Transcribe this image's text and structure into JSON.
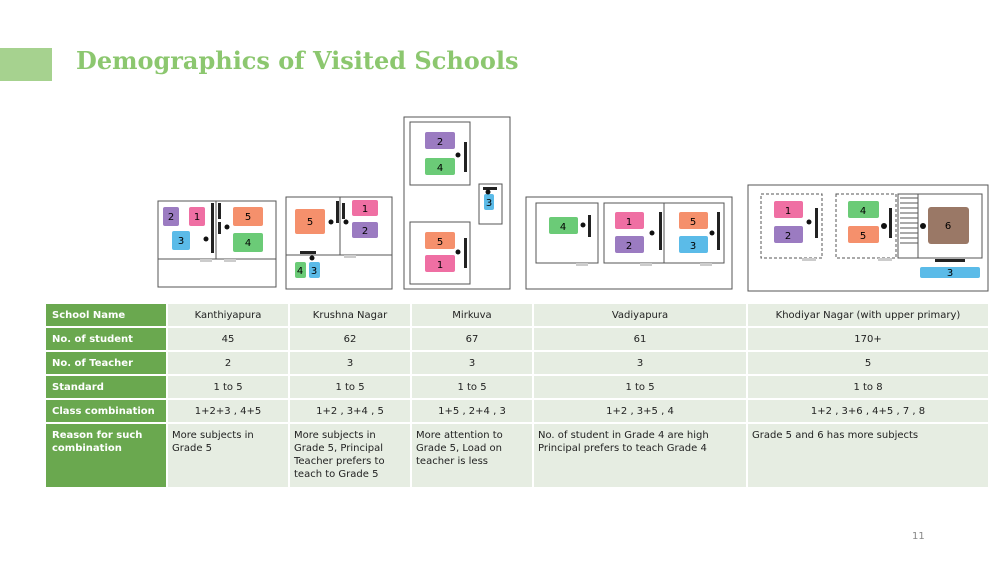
{
  "title": "Demographics of  Visited Schools",
  "page_number": "11",
  "plan_labels": {
    "kanthiyapura": [
      "2",
      "1",
      "5",
      "3",
      "4"
    ],
    "krushna": [
      "1",
      "5",
      "2",
      "4",
      "3"
    ],
    "mirkuva": [
      "2",
      "4",
      "3",
      "5",
      "1"
    ],
    "vadiyapura": [
      "4",
      "1",
      "5",
      "2",
      "3"
    ],
    "khodiyar": [
      "1",
      "2",
      "4",
      "5",
      "6",
      "3"
    ]
  },
  "table": {
    "header_label": "School Name",
    "schools": [
      "Kanthiyapura",
      "Krushna Nagar",
      "Mirkuva",
      "Vadiyapura",
      "Khodiyar Nagar (with upper primary)"
    ],
    "rows": [
      {
        "label": "No. of student",
        "values": [
          "45",
          "62",
          "67",
          "61",
          "170+"
        ]
      },
      {
        "label": "No. of Teacher",
        "values": [
          "2",
          "3",
          "3",
          "3",
          "5"
        ]
      },
      {
        "label": "Standard",
        "values": [
          "1 to 5",
          "1 to 5",
          "1 to 5",
          "1 to 5",
          "1 to 8"
        ]
      },
      {
        "label": "Class combination",
        "values": [
          "1+2+3 , 4+5",
          "1+2 , 3+4 , 5",
          "1+5 , 2+4 , 3",
          "1+2 , 3+5 , 4",
          "1+2 , 3+6 , 4+5 , 7 , 8"
        ]
      }
    ],
    "reason": {
      "label": "Reason for such combination",
      "values": [
        "More subjects in Grade 5",
        "More subjects in Grade 5, Principal Teacher prefers to teach to Grade 5",
        "More attention to Grade 5, Load on teacher is less",
        "No. of student in Grade 4 are high Principal prefers to teach Grade 4",
        "Grade 5 and 6 has more subjects"
      ]
    }
  },
  "colors": {
    "accent": "#a6d28f",
    "title": "#8cc76f",
    "header_green": "#6aa84f",
    "cell_bg": "#e6ede2",
    "grade_purple": "#9b7bc1",
    "grade_pink": "#ef6fa3",
    "grade_orange": "#f5906c",
    "grade_blue": "#5bbbe8",
    "grade_green": "#6bcb77",
    "grade_brown": "#9a7866"
  }
}
